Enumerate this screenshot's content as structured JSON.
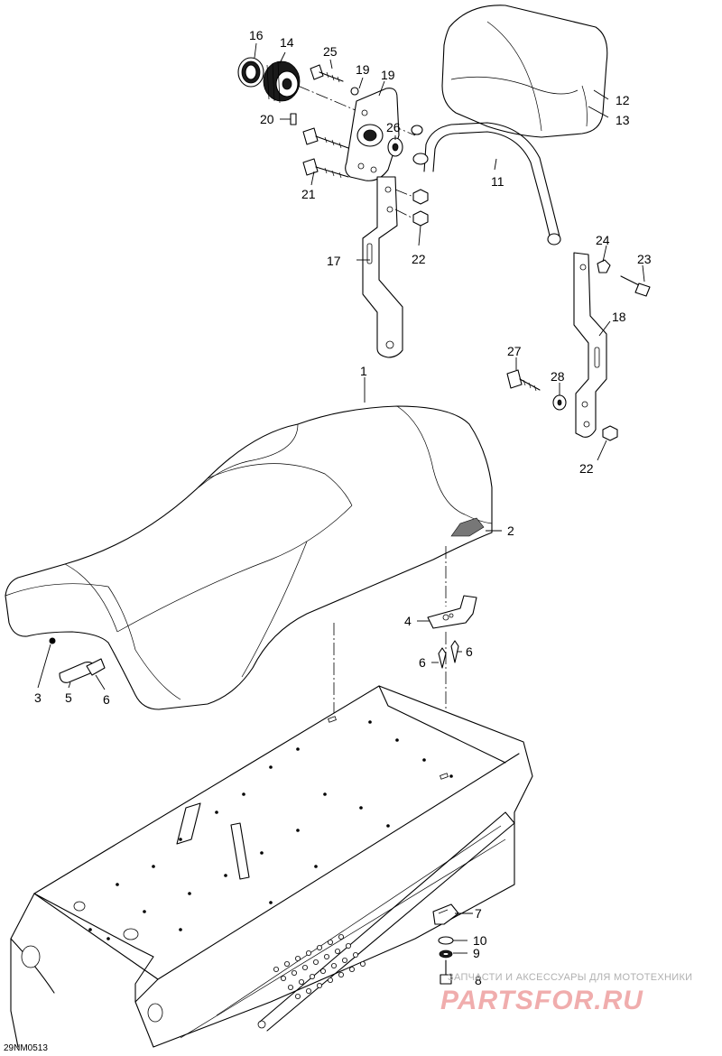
{
  "diagram": {
    "code": "29NM0513",
    "callouts": [
      "1",
      "2",
      "3",
      "4",
      "5",
      "6",
      "6",
      "6",
      "7",
      "8",
      "9",
      "10",
      "11",
      "12",
      "13",
      "14",
      "16",
      "17",
      "18",
      "19",
      "19",
      "20",
      "21",
      "22",
      "22",
      "23",
      "24",
      "25",
      "26",
      "27",
      "28"
    ]
  },
  "watermark": {
    "subtitle": "ЗАПЧАСТИ И АКСЕССУАРЫ ДЛЯ МОТОТЕХНИКИ",
    "brand": "PARTSFOR.RU"
  }
}
